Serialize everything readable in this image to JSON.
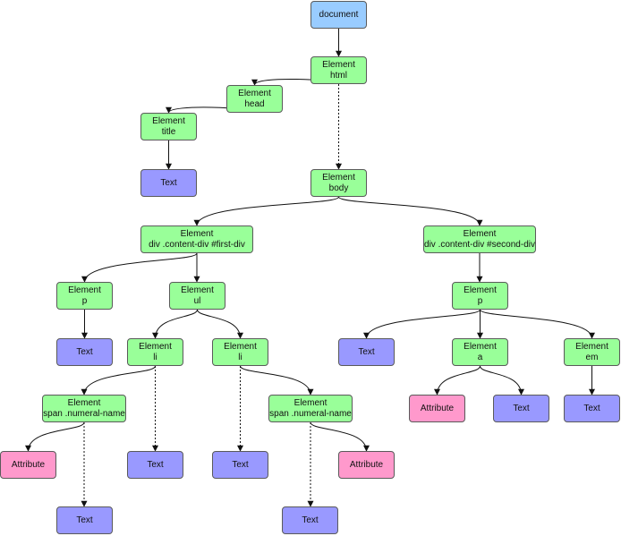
{
  "colors": {
    "document": "#99ccff",
    "element": "#99ff99",
    "text": "#9999ff",
    "attribute": "#ff99cc",
    "edge": "#111111"
  },
  "nodes": [
    {
      "id": "document",
      "kind": "document",
      "lines": [
        "document"
      ]
    },
    {
      "id": "html",
      "kind": "element",
      "lines": [
        "Element",
        "html"
      ]
    },
    {
      "id": "head",
      "kind": "element",
      "lines": [
        "Element",
        "head"
      ]
    },
    {
      "id": "title",
      "kind": "element",
      "lines": [
        "Element",
        "title"
      ]
    },
    {
      "id": "title-text",
      "kind": "text",
      "lines": [
        "Text"
      ]
    },
    {
      "id": "body",
      "kind": "element",
      "lines": [
        "Element",
        "body"
      ]
    },
    {
      "id": "div1",
      "kind": "element",
      "lines": [
        "Element",
        "div .content-div #first-div"
      ]
    },
    {
      "id": "div2",
      "kind": "element",
      "lines": [
        "Element",
        "div .content-div #second-div"
      ]
    },
    {
      "id": "p1",
      "kind": "element",
      "lines": [
        "Element",
        "p"
      ]
    },
    {
      "id": "ul",
      "kind": "element",
      "lines": [
        "Element",
        "ul"
      ]
    },
    {
      "id": "p2",
      "kind": "element",
      "lines": [
        "Element",
        "p"
      ]
    },
    {
      "id": "p1-text",
      "kind": "text",
      "lines": [
        "Text"
      ]
    },
    {
      "id": "li1",
      "kind": "element",
      "lines": [
        "Element",
        "li"
      ]
    },
    {
      "id": "li2",
      "kind": "element",
      "lines": [
        "Element",
        "li"
      ]
    },
    {
      "id": "p2-text",
      "kind": "text",
      "lines": [
        "Text"
      ]
    },
    {
      "id": "a",
      "kind": "element",
      "lines": [
        "Element",
        "a"
      ]
    },
    {
      "id": "em",
      "kind": "element",
      "lines": [
        "Element",
        "em"
      ]
    },
    {
      "id": "span1",
      "kind": "element",
      "lines": [
        "Element",
        "span .numeral-name"
      ]
    },
    {
      "id": "li1-text",
      "kind": "text",
      "lines": [
        "Text"
      ]
    },
    {
      "id": "li2-text",
      "kind": "text",
      "lines": [
        "Text"
      ]
    },
    {
      "id": "span2",
      "kind": "element",
      "lines": [
        "Element",
        "span .numeral-name"
      ]
    },
    {
      "id": "a-attr",
      "kind": "attribute",
      "lines": [
        "Attribute"
      ]
    },
    {
      "id": "a-text",
      "kind": "text",
      "lines": [
        "Text"
      ]
    },
    {
      "id": "em-text",
      "kind": "text",
      "lines": [
        "Text"
      ]
    },
    {
      "id": "span1-attr",
      "kind": "attribute",
      "lines": [
        "Attribute"
      ]
    },
    {
      "id": "span2-attr",
      "kind": "attribute",
      "lines": [
        "Attribute"
      ]
    },
    {
      "id": "span1-text",
      "kind": "text",
      "lines": [
        "Text"
      ]
    },
    {
      "id": "span2-text",
      "kind": "text",
      "lines": [
        "Text"
      ]
    }
  ],
  "edges": [
    {
      "from": "document",
      "to": "html",
      "style": "solid"
    },
    {
      "from": "html",
      "to": "head",
      "style": "solid"
    },
    {
      "from": "html",
      "to": "body",
      "style": "dotted"
    },
    {
      "from": "head",
      "to": "title",
      "style": "solid"
    },
    {
      "from": "title",
      "to": "title-text",
      "style": "solid"
    },
    {
      "from": "body",
      "to": "div1",
      "style": "solid"
    },
    {
      "from": "body",
      "to": "div2",
      "style": "solid"
    },
    {
      "from": "div1",
      "to": "p1",
      "style": "solid"
    },
    {
      "from": "div1",
      "to": "ul",
      "style": "solid"
    },
    {
      "from": "p1",
      "to": "p1-text",
      "style": "solid"
    },
    {
      "from": "ul",
      "to": "li1",
      "style": "solid"
    },
    {
      "from": "ul",
      "to": "li2",
      "style": "solid"
    },
    {
      "from": "li1",
      "to": "span1",
      "style": "solid"
    },
    {
      "from": "li1",
      "to": "li1-text",
      "style": "dotted"
    },
    {
      "from": "li2",
      "to": "li2-text",
      "style": "dotted"
    },
    {
      "from": "li2",
      "to": "span2",
      "style": "solid"
    },
    {
      "from": "span1",
      "to": "span1-attr",
      "style": "solid"
    },
    {
      "from": "span1",
      "to": "span1-text",
      "style": "dotted"
    },
    {
      "from": "span2",
      "to": "span2-attr",
      "style": "solid"
    },
    {
      "from": "span2",
      "to": "span2-text",
      "style": "dotted"
    },
    {
      "from": "div2",
      "to": "p2",
      "style": "solid"
    },
    {
      "from": "p2",
      "to": "p2-text",
      "style": "solid"
    },
    {
      "from": "p2",
      "to": "a",
      "style": "solid"
    },
    {
      "from": "p2",
      "to": "em",
      "style": "solid"
    },
    {
      "from": "a",
      "to": "a-attr",
      "style": "solid"
    },
    {
      "from": "a",
      "to": "a-text",
      "style": "solid"
    },
    {
      "from": "em",
      "to": "em-text",
      "style": "solid"
    }
  ]
}
